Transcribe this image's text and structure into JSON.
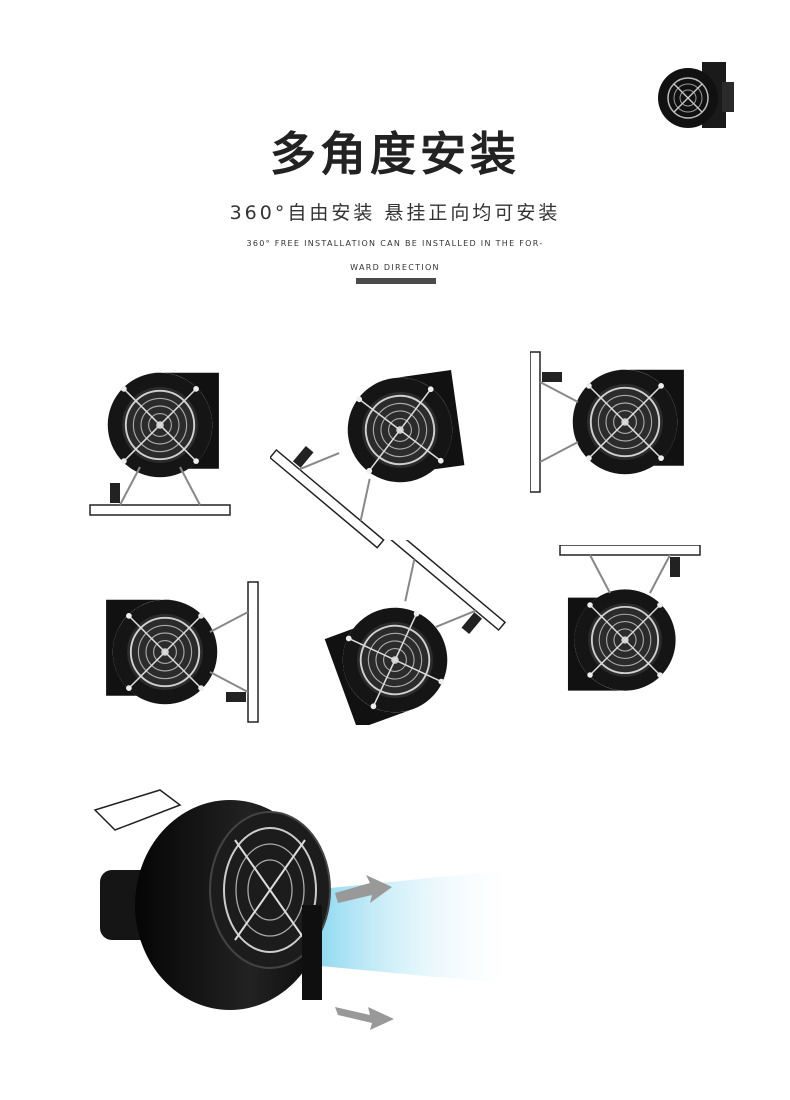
{
  "header": {
    "title": "多角度安装",
    "subtitle": "360°自由安装  悬挂正向均可安装",
    "english_line1": "360° FREE INSTALLATION CAN BE INSTALLED IN THE FOR-",
    "english_line2": "WARD DIRECTION"
  },
  "colors": {
    "accent_bar": "#4a4a4a",
    "fan_body": "#111111",
    "airflow": "#7fd3ee"
  },
  "icons": {
    "thumbnail": "fan-thumbnail-icon",
    "positions": [
      "fan-floor-mount",
      "fan-tilted-left",
      "fan-wall-left",
      "fan-wall-right",
      "fan-tilted-bottom",
      "fan-ceiling-mount"
    ],
    "hero": "fan-hero-image"
  }
}
